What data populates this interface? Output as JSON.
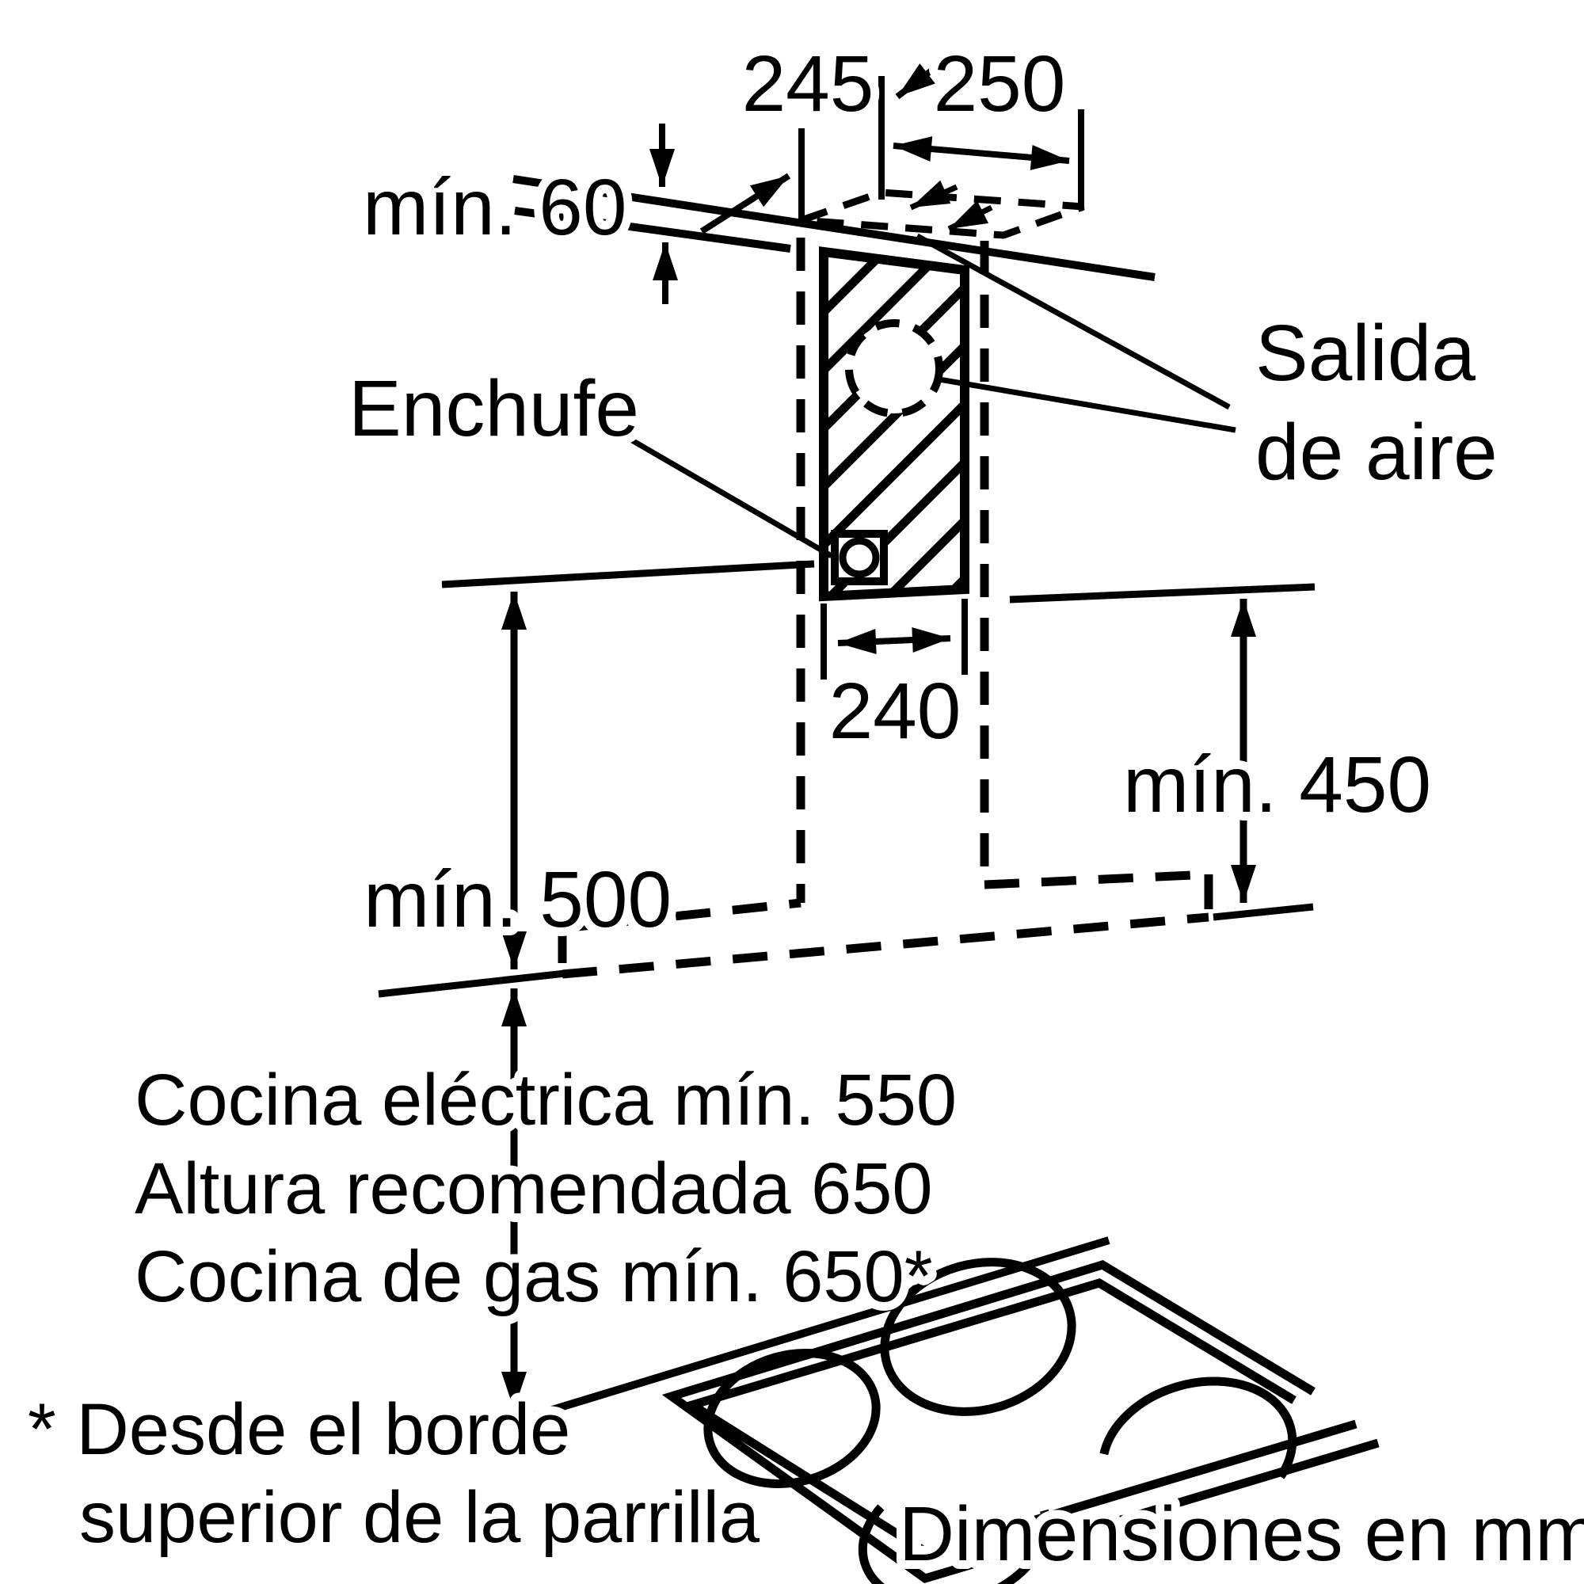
{
  "diagram": {
    "kind": "cooker-hood installation dimensions drawing",
    "dimensions": {
      "top_left": "245",
      "top_right": "250",
      "ceiling_clearance": "mín. 60",
      "chimney_width": "240",
      "left_height": "mín. 500",
      "right_height": "mín. 450"
    },
    "labels": {
      "plug": "Enchufe",
      "air_outlet_line1": "Salida",
      "air_outlet_line2": "de aire"
    },
    "height_notes": {
      "electric_hob": "Cocina eléctrica mín. 550",
      "recommended": "Altura recomendada 650",
      "gas_hob": "Cocina de gas mín. 650*"
    },
    "footnote": {
      "line1": "* Desde el borde",
      "line2": "superior de la parrilla"
    },
    "units_note": "Dimensiones en mm",
    "colors": {
      "line": "#000000",
      "background": "#ffffff"
    }
  }
}
